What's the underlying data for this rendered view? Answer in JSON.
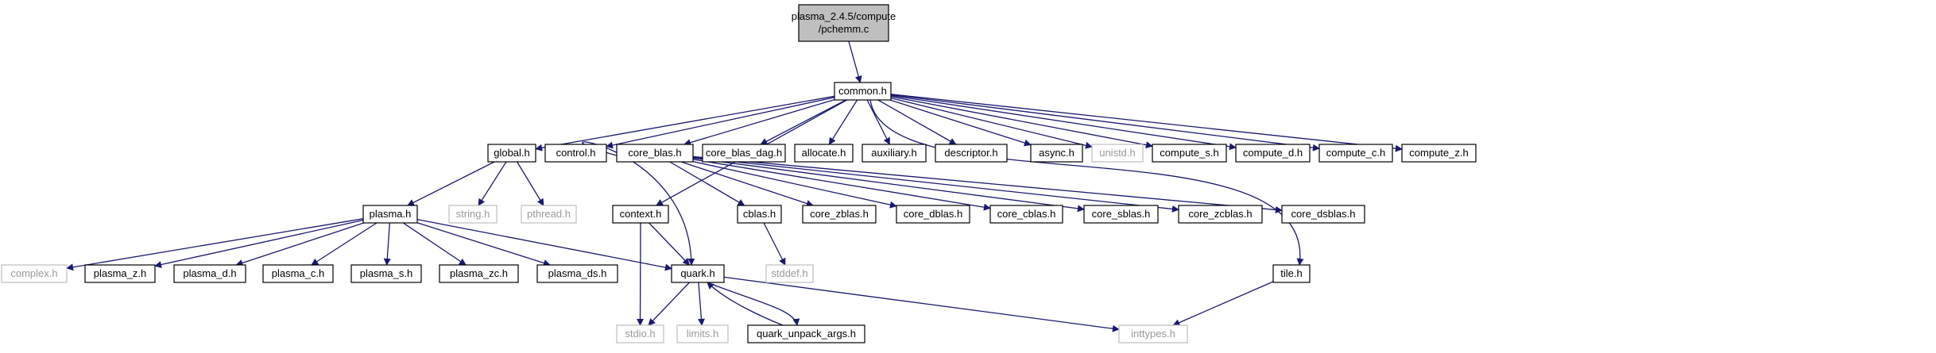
{
  "diagram": {
    "nodes": [
      {
        "id": "root",
        "lines": [
          "plasma_2.4.5/compute",
          "/pchemm.c"
        ],
        "kind": "root"
      },
      {
        "id": "common",
        "lines": [
          "common.h"
        ],
        "kind": "internal"
      },
      {
        "id": "global",
        "lines": [
          "global.h"
        ],
        "kind": "internal"
      },
      {
        "id": "control",
        "lines": [
          "control.h"
        ],
        "kind": "internal"
      },
      {
        "id": "core_blas",
        "lines": [
          "core_blas.h"
        ],
        "kind": "internal"
      },
      {
        "id": "core_blas_dag",
        "lines": [
          "core_blas_dag.h"
        ],
        "kind": "internal"
      },
      {
        "id": "allocate",
        "lines": [
          "allocate.h"
        ],
        "kind": "internal"
      },
      {
        "id": "auxiliary",
        "lines": [
          "auxiliary.h"
        ],
        "kind": "internal"
      },
      {
        "id": "descriptor",
        "lines": [
          "descriptor.h"
        ],
        "kind": "internal"
      },
      {
        "id": "async",
        "lines": [
          "async.h"
        ],
        "kind": "internal"
      },
      {
        "id": "unistd",
        "lines": [
          "unistd.h"
        ],
        "kind": "external"
      },
      {
        "id": "compute_s",
        "lines": [
          "compute_s.h"
        ],
        "kind": "internal"
      },
      {
        "id": "compute_d",
        "lines": [
          "compute_d.h"
        ],
        "kind": "internal"
      },
      {
        "id": "compute_c",
        "lines": [
          "compute_c.h"
        ],
        "kind": "internal"
      },
      {
        "id": "compute_z",
        "lines": [
          "compute_z.h"
        ],
        "kind": "internal"
      },
      {
        "id": "plasma",
        "lines": [
          "plasma.h"
        ],
        "kind": "internal"
      },
      {
        "id": "string",
        "lines": [
          "string.h"
        ],
        "kind": "external"
      },
      {
        "id": "pthread",
        "lines": [
          "pthread.h"
        ],
        "kind": "external"
      },
      {
        "id": "context",
        "lines": [
          "context.h"
        ],
        "kind": "internal"
      },
      {
        "id": "cblas",
        "lines": [
          "cblas.h"
        ],
        "kind": "internal"
      },
      {
        "id": "core_zblas",
        "lines": [
          "core_zblas.h"
        ],
        "kind": "internal"
      },
      {
        "id": "core_dblas",
        "lines": [
          "core_dblas.h"
        ],
        "kind": "internal"
      },
      {
        "id": "core_cblas",
        "lines": [
          "core_cblas.h"
        ],
        "kind": "internal"
      },
      {
        "id": "core_sblas",
        "lines": [
          "core_sblas.h"
        ],
        "kind": "internal"
      },
      {
        "id": "core_zcblas",
        "lines": [
          "core_zcblas.h"
        ],
        "kind": "internal"
      },
      {
        "id": "core_dsblas",
        "lines": [
          "core_dsblas.h"
        ],
        "kind": "internal"
      },
      {
        "id": "stddef",
        "lines": [
          "stddef.h"
        ],
        "kind": "external"
      },
      {
        "id": "tile",
        "lines": [
          "tile.h"
        ],
        "kind": "internal"
      },
      {
        "id": "complex",
        "lines": [
          "complex.h"
        ],
        "kind": "external"
      },
      {
        "id": "plasma_z",
        "lines": [
          "plasma_z.h"
        ],
        "kind": "internal"
      },
      {
        "id": "plasma_d",
        "lines": [
          "plasma_d.h"
        ],
        "kind": "internal"
      },
      {
        "id": "plasma_c",
        "lines": [
          "plasma_c.h"
        ],
        "kind": "internal"
      },
      {
        "id": "plasma_s",
        "lines": [
          "plasma_s.h"
        ],
        "kind": "internal"
      },
      {
        "id": "plasma_zc",
        "lines": [
          "plasma_zc.h"
        ],
        "kind": "internal"
      },
      {
        "id": "plasma_ds",
        "lines": [
          "plasma_ds.h"
        ],
        "kind": "internal"
      },
      {
        "id": "quark",
        "lines": [
          "quark.h"
        ],
        "kind": "internal"
      },
      {
        "id": "stdio",
        "lines": [
          "stdio.h"
        ],
        "kind": "external"
      },
      {
        "id": "limits",
        "lines": [
          "limits.h"
        ],
        "kind": "external"
      },
      {
        "id": "quark_unpack_args",
        "lines": [
          "quark_unpack_args.h"
        ],
        "kind": "internal"
      },
      {
        "id": "inttypes",
        "lines": [
          "inttypes.h"
        ],
        "kind": "external"
      }
    ],
    "edges": [
      {
        "from": "root",
        "to": "common"
      },
      {
        "from": "common",
        "to": "global"
      },
      {
        "from": "common",
        "to": "context"
      },
      {
        "from": "common",
        "to": "control"
      },
      {
        "from": "common",
        "to": "core_blas"
      },
      {
        "from": "common",
        "to": "core_blas_dag"
      },
      {
        "from": "common",
        "to": "allocate"
      },
      {
        "from": "common",
        "to": "auxiliary"
      },
      {
        "from": "common",
        "to": "descriptor"
      },
      {
        "from": "common",
        "to": "tile"
      },
      {
        "from": "common",
        "to": "async"
      },
      {
        "from": "common",
        "to": "unistd"
      },
      {
        "from": "common",
        "to": "compute_s"
      },
      {
        "from": "common",
        "to": "compute_d"
      },
      {
        "from": "common",
        "to": "compute_c"
      },
      {
        "from": "common",
        "to": "compute_z"
      },
      {
        "from": "global",
        "to": "plasma"
      },
      {
        "from": "global",
        "to": "string"
      },
      {
        "from": "global",
        "to": "pthread"
      },
      {
        "from": "plasma",
        "to": "complex"
      },
      {
        "from": "plasma",
        "to": "plasma_z"
      },
      {
        "from": "plasma",
        "to": "plasma_d"
      },
      {
        "from": "plasma",
        "to": "plasma_c"
      },
      {
        "from": "plasma",
        "to": "plasma_s"
      },
      {
        "from": "plasma",
        "to": "plasma_zc"
      },
      {
        "from": "plasma",
        "to": "plasma_ds"
      },
      {
        "from": "plasma",
        "to": "quark"
      },
      {
        "from": "context",
        "to": "quark"
      },
      {
        "from": "context",
        "to": "stdio"
      },
      {
        "from": "core_blas",
        "to": "quark"
      },
      {
        "from": "core_blas",
        "to": "cblas"
      },
      {
        "from": "core_blas",
        "to": "core_zblas"
      },
      {
        "from": "core_blas",
        "to": "core_dblas"
      },
      {
        "from": "core_blas",
        "to": "core_cblas"
      },
      {
        "from": "core_blas",
        "to": "core_sblas"
      },
      {
        "from": "core_blas",
        "to": "core_zcblas"
      },
      {
        "from": "core_blas",
        "to": "core_dsblas"
      },
      {
        "from": "cblas",
        "to": "stddef"
      },
      {
        "from": "quark",
        "to": "stdio"
      },
      {
        "from": "quark",
        "to": "limits"
      },
      {
        "from": "quark",
        "to": "quark_unpack_args"
      },
      {
        "from": "quark",
        "to": "inttypes"
      },
      {
        "from": "quark_unpack_args",
        "to": "quark"
      },
      {
        "from": "tile",
        "to": "inttypes"
      }
    ],
    "colors": {
      "edge": "#191970",
      "root_fill": "#bfbfbf",
      "internal_border": "#000000",
      "external_border": "#bfbfbf",
      "external_text": "#999999"
    }
  }
}
